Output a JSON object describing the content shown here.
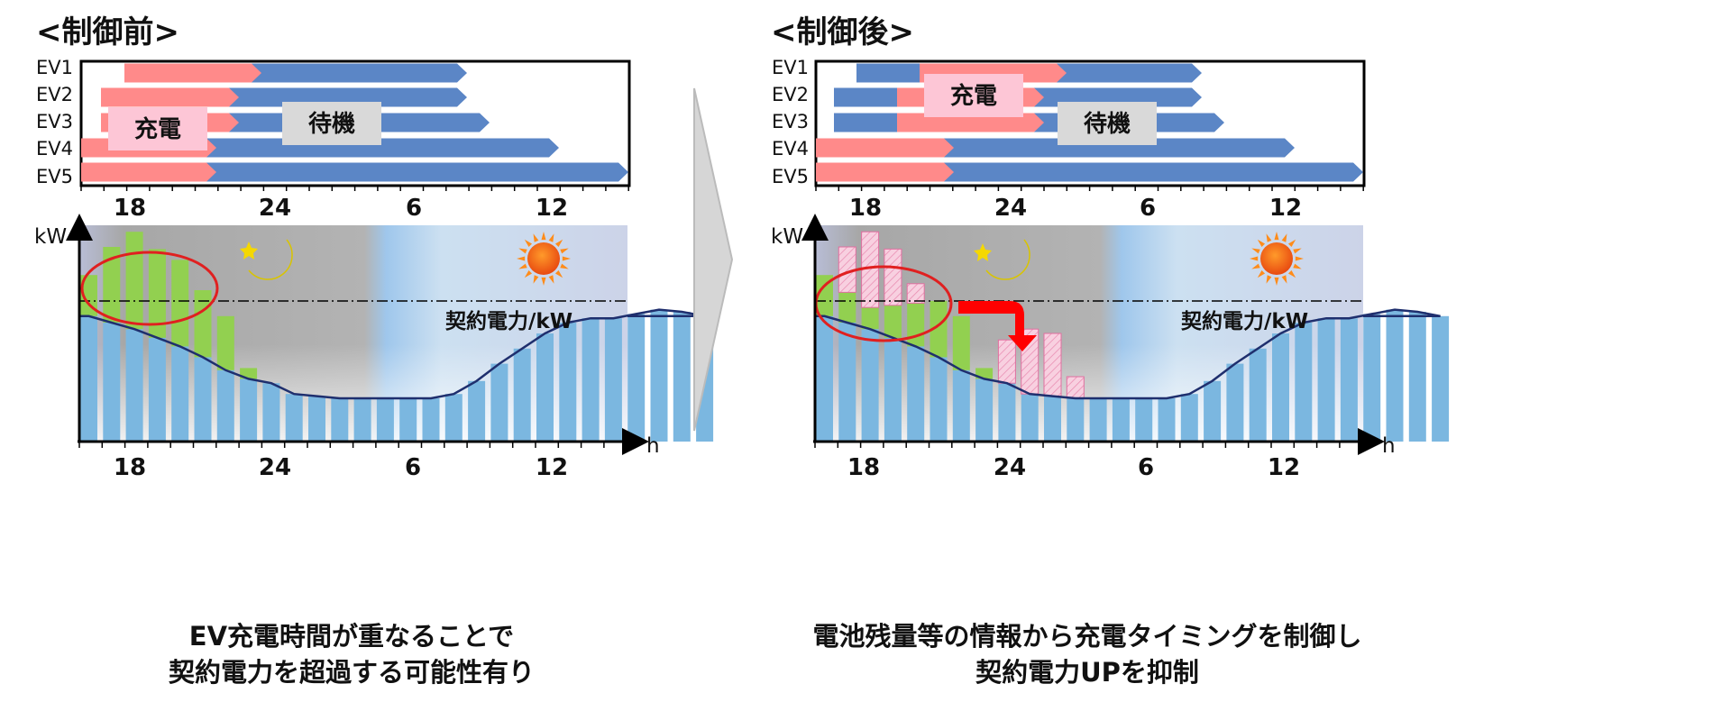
{
  "before": {
    "title": "<制御前>",
    "ev_labels": [
      "EV1",
      "EV2",
      "EV3",
      "EV4",
      "EV5"
    ],
    "timeline_ticks": [
      "18",
      "24",
      "6",
      "12"
    ],
    "charge_label": "充電",
    "standby_label": "待機",
    "y_axis_label": "kW",
    "x_axis_label": "h",
    "contract_label": "契約電力/kW",
    "caption": [
      "EV充電時間が重なることで",
      "契約電力を超過する可能性有り"
    ]
  },
  "after": {
    "title": "<制御後>",
    "ev_labels": [
      "EV1",
      "EV2",
      "EV3",
      "EV4",
      "EV5"
    ],
    "timeline_ticks": [
      "18",
      "24",
      "6",
      "12"
    ],
    "charge_label": "充電",
    "standby_label": "待機",
    "y_axis_label": "kW",
    "x_axis_label": "h",
    "contract_label": "契約電力/kW",
    "caption": [
      "電池残量等の情報から充電タイミングを制御し",
      "契約電力UPを抑制"
    ]
  },
  "colors": {
    "charge": "#ff8a8a",
    "standby": "#5b86c6",
    "base_bar": "#7bb7e0",
    "ev_bar": "#92d050",
    "shifted_bar": "#f7c6d9",
    "circle": "#e02020",
    "arrow": "#ff0000",
    "label_box_charge": "#fdc6d6",
    "label_box_standby": "#d9d9d9"
  },
  "icons": {
    "night": "moon-star-icon",
    "day": "sun-icon",
    "transition": "chevron-right-arrow-icon",
    "shift": "shift-down-arrow-icon"
  },
  "chart_data": [
    {
      "type": "bar",
      "panel": "before",
      "x_unit": "h",
      "y_unit": "kW",
      "xticks": [
        "18",
        "24",
        "6",
        "12"
      ],
      "series": [
        {
          "name": "base",
          "values": [
            0.58,
            0.55,
            0.52,
            0.48,
            0.44,
            0.39,
            0.33,
            0.29,
            0.27,
            0.22,
            0.21,
            0.2,
            0.2,
            0.2,
            0.2,
            0.2,
            0.22,
            0.28,
            0.36,
            0.43,
            0.5,
            0.55,
            0.57,
            0.57,
            0.59,
            0.61,
            0.6,
            0.58
          ]
        },
        {
          "name": "ev",
          "values": [
            0.19,
            0.35,
            0.45,
            0.41,
            0.4,
            0.31,
            0.25,
            0.05,
            0,
            0,
            0,
            0,
            0,
            0,
            0,
            0,
            0,
            0,
            0,
            0,
            0,
            0,
            0,
            0,
            0,
            0,
            0,
            0
          ]
        }
      ],
      "contract_level": 0.65
    },
    {
      "type": "bar",
      "panel": "after",
      "x_unit": "h",
      "y_unit": "kW",
      "xticks": [
        "18",
        "24",
        "6",
        "12"
      ],
      "series": [
        {
          "name": "base",
          "values": [
            0.58,
            0.55,
            0.52,
            0.48,
            0.44,
            0.39,
            0.33,
            0.29,
            0.27,
            0.22,
            0.21,
            0.2,
            0.2,
            0.2,
            0.2,
            0.2,
            0.22,
            0.28,
            0.36,
            0.43,
            0.5,
            0.55,
            0.57,
            0.57,
            0.59,
            0.61,
            0.6,
            0.58
          ]
        },
        {
          "name": "ev",
          "values": [
            0.19,
            0.14,
            0.1,
            0.15,
            0.2,
            0.26,
            0.25,
            0.05,
            0,
            0,
            0,
            0,
            0,
            0,
            0,
            0,
            0,
            0,
            0,
            0,
            0,
            0,
            0,
            0,
            0,
            0,
            0,
            0
          ]
        },
        {
          "name": "shifted",
          "values": [
            0,
            0.21,
            0.35,
            0.26,
            0.09,
            0,
            0,
            0,
            0.2,
            0.3,
            0.29,
            0.1,
            0,
            0,
            0,
            0,
            0,
            0,
            0,
            0,
            0,
            0,
            0,
            0,
            0,
            0,
            0,
            0
          ]
        }
      ],
      "contract_level": 0.65
    }
  ]
}
